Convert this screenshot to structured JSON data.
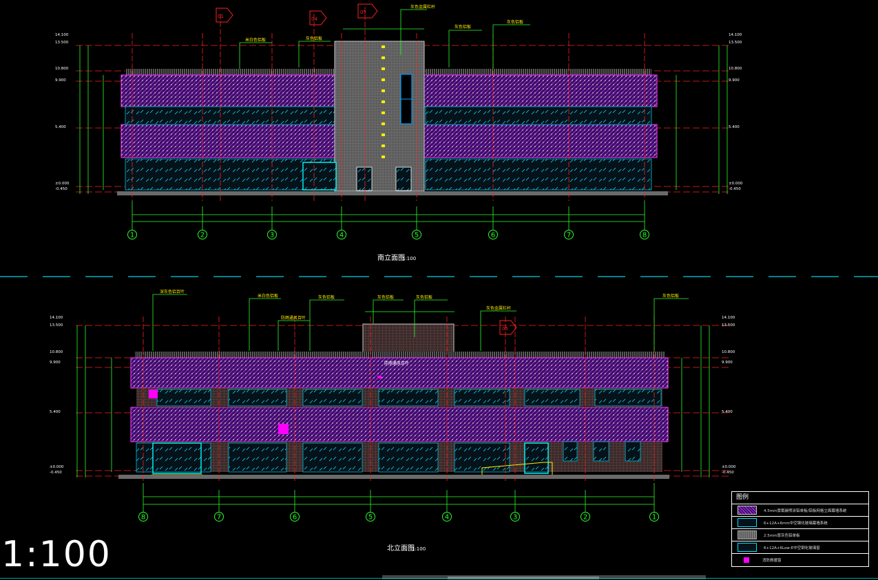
{
  "scale_big": "1:100",
  "colors": {
    "red": "#ff2020",
    "green": "#2aff2a",
    "magenta": "#ff00ff",
    "cyan": "#00e5ff",
    "yellow": "#ffee00",
    "white": "#ffffff",
    "gray": "#7a7a7a",
    "violet": "#8a3ab8"
  },
  "south": {
    "title": "南立面图",
    "scale": "1:100",
    "axes": [
      "1",
      "2",
      "3",
      "4",
      "5",
      "6",
      "7",
      "8"
    ],
    "callouts": [
      "米白色铝板",
      "灰色铝板",
      "灰色金属栏杆",
      "灰色铝板",
      "灰色铝板"
    ],
    "section_marks": [
      "01",
      "04",
      "05"
    ],
    "levels_left": [
      "14.100",
      "13.500",
      "10.800",
      "9.900",
      "5.400",
      "±0.000",
      "-0.450"
    ],
    "levels_right": [
      "14.100",
      "13.500",
      "10.800",
      "9.900",
      "5.400",
      "±0.000",
      "-0.450"
    ]
  },
  "north": {
    "title": "北立面图",
    "scale": "1:100",
    "axes": [
      "8",
      "7",
      "6",
      "5",
      "4",
      "3",
      "2",
      "1"
    ],
    "callouts": [
      "深灰色铝百叶",
      "米白色铝板",
      "防雨通风百叶",
      "灰色铝板",
      "灰色铝板",
      "灰色铝板",
      "灰色金属栏杆",
      "灰色铝板"
    ],
    "section_marks": [
      "05"
    ],
    "inner_label": "防雨通风百叶",
    "levels_left": [
      "14.100",
      "13.500",
      "10.800",
      "9.900",
      "5.400",
      "±0.000",
      "-0.450"
    ],
    "levels_right": [
      "14.100",
      "13.500",
      "10.800",
      "9.900",
      "5.400",
      "±0.000",
      "-0.450"
    ]
  },
  "legend": {
    "title": "图例",
    "items": [
      "4.5mm厚氟碳喷涂铝单板/铝板网格立面幕墙系统",
      "6+12A+6mm中空钢化玻璃幕墙系统",
      "2.5mm厚灰色铝单板",
      "6+12A+6Low-E中空钢化玻璃窗",
      "消防救援窗"
    ]
  }
}
